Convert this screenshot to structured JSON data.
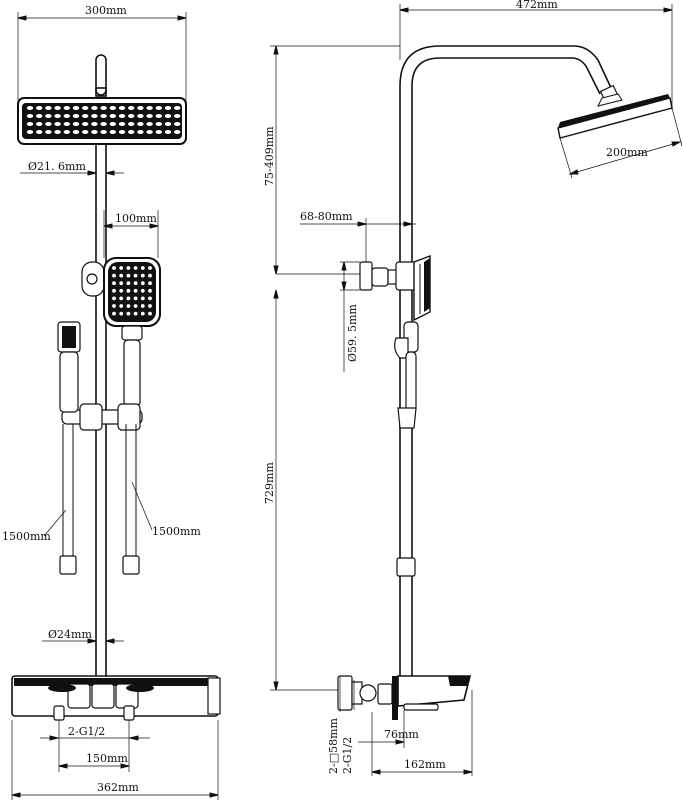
{
  "front_view": {
    "head_width": "300mm",
    "pipe_diameter": "Ø21. 6mm",
    "handshower_width": "100mm",
    "hose_left": "1500mm",
    "hose_right": "1500mm",
    "pipe_diameter_lower": "Ø24mm",
    "inlet_thread": "2-G1/2",
    "inlet_spacing": "150mm",
    "body_width": "362mm"
  },
  "side_view": {
    "overall_reach": "472mm",
    "head_square": "200mm",
    "adjust_height": "75-409mm",
    "bracket_offset": "68-80mm",
    "bracket_diameter": "Ø59. 5mm",
    "pipe_height": "729mm",
    "mount_square": "2-□58mm",
    "mount_thread": "2-G1/2",
    "spout_depth": "76mm",
    "body_depth": "162mm"
  },
  "colors": {
    "line": "#111111",
    "background": "#ffffff"
  }
}
